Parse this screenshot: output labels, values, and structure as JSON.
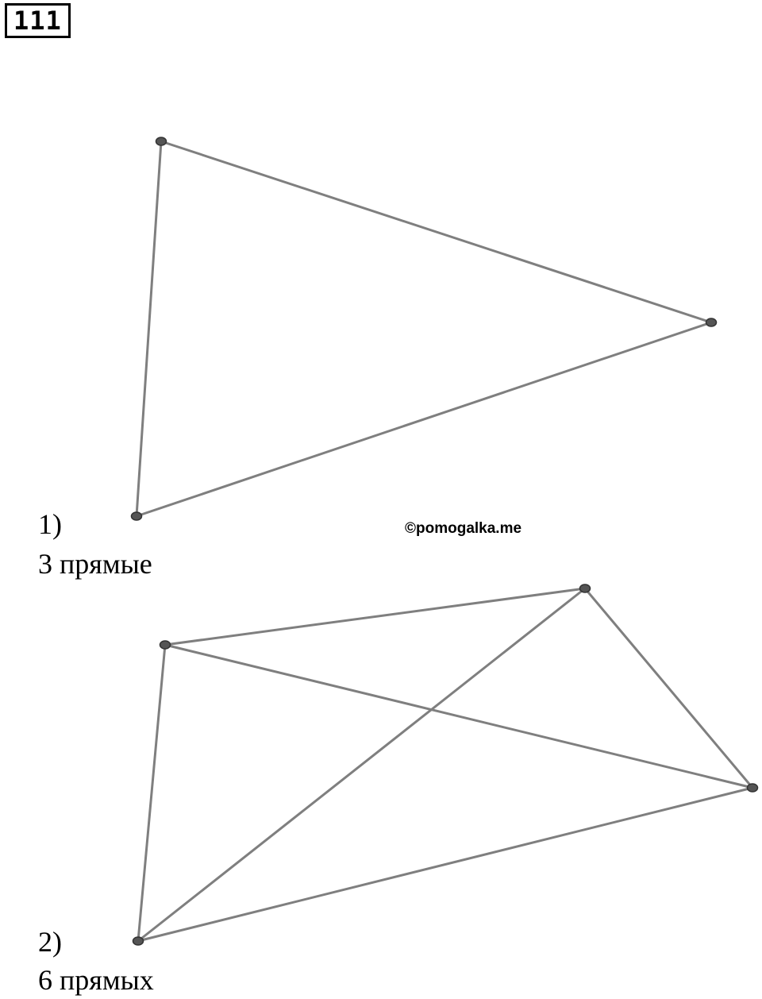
{
  "problem": {
    "number": "111"
  },
  "figures": [
    {
      "number_label": "1)",
      "answer_label": "3 прямые",
      "point_count": 3,
      "line_count": 3
    },
    {
      "number_label": "2)",
      "answer_label": "6 прямых",
      "point_count": 4,
      "line_count": 6
    }
  ],
  "watermark": "©pomogalka.me",
  "colors": {
    "line": "#7f7f7f",
    "point": "#555555"
  }
}
